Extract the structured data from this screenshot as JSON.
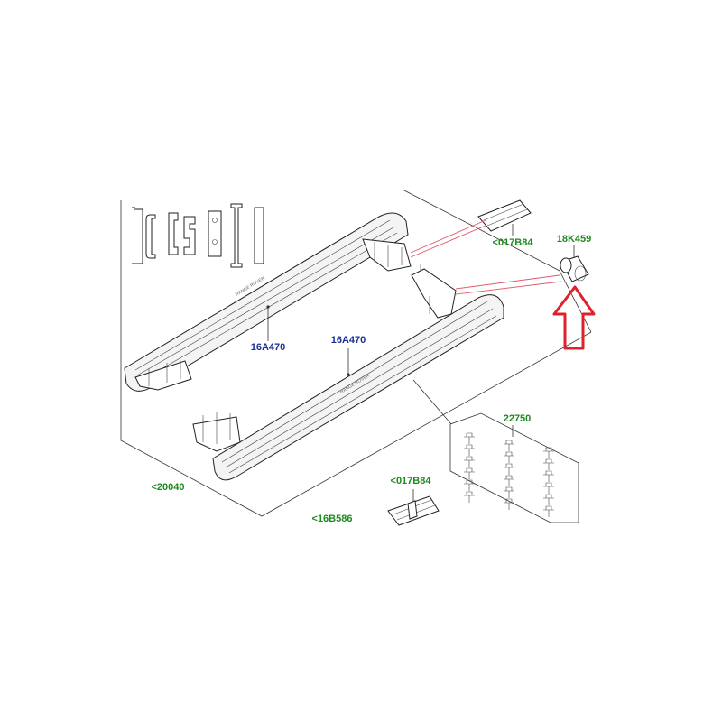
{
  "labels": {
    "clip_top": "<017B84",
    "bushing": "18K459",
    "step_left": "16A470",
    "step_right": "16A470",
    "fastener_set": "22750",
    "clip_bottom": "<017B84",
    "kit": "<20040",
    "bottom_cut": "<16B586"
  },
  "colors": {
    "part_number_green": "#1f8a1f",
    "part_number_blue": "#1a2f9a",
    "highlight_arrow": "#e0202a",
    "leader_red": "#e05a6a"
  }
}
